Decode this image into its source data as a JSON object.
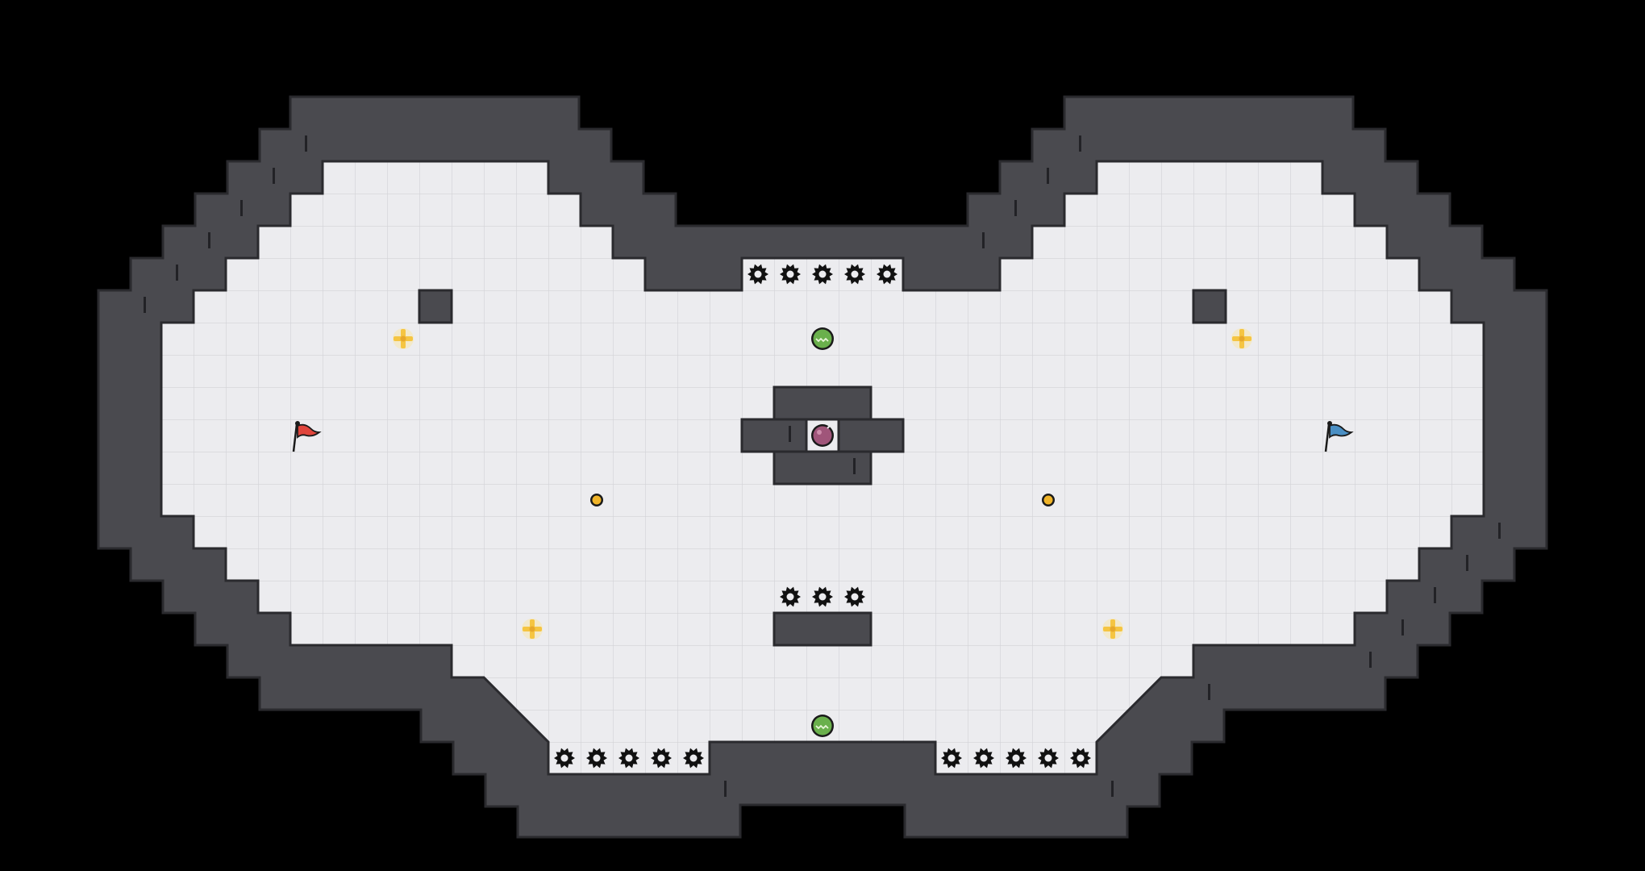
{
  "game": {
    "title": "",
    "colors": {
      "background": "#000000",
      "wall": "#4a4a4f",
      "wall_border": "#2a2a2e",
      "floor": "#ececef",
      "grid_line": "#d4d4d8",
      "spike": "#111111",
      "flag_red": "#e0453c",
      "flag_blue": "#4a8fc4",
      "boost_pad": "#f5c542",
      "powerup_green": "#6ab04c",
      "bomb_purple": "#a0557a",
      "small_token": "#f0b429"
    },
    "entities": [
      {
        "type": "flag",
        "team": "red",
        "icon": "red-flag-icon"
      },
      {
        "type": "flag",
        "team": "blue",
        "icon": "blue-flag-icon"
      },
      {
        "type": "boost",
        "icon": "boost-pad-icon",
        "count": 4
      },
      {
        "type": "powerup",
        "icon": "powerup-icon",
        "count": 2
      },
      {
        "type": "bomb",
        "icon": "bomb-icon",
        "count": 1
      },
      {
        "type": "token",
        "icon": "token-icon",
        "count": 2
      },
      {
        "type": "spike",
        "icon": "spike-icon",
        "count": 18
      }
    ]
  }
}
